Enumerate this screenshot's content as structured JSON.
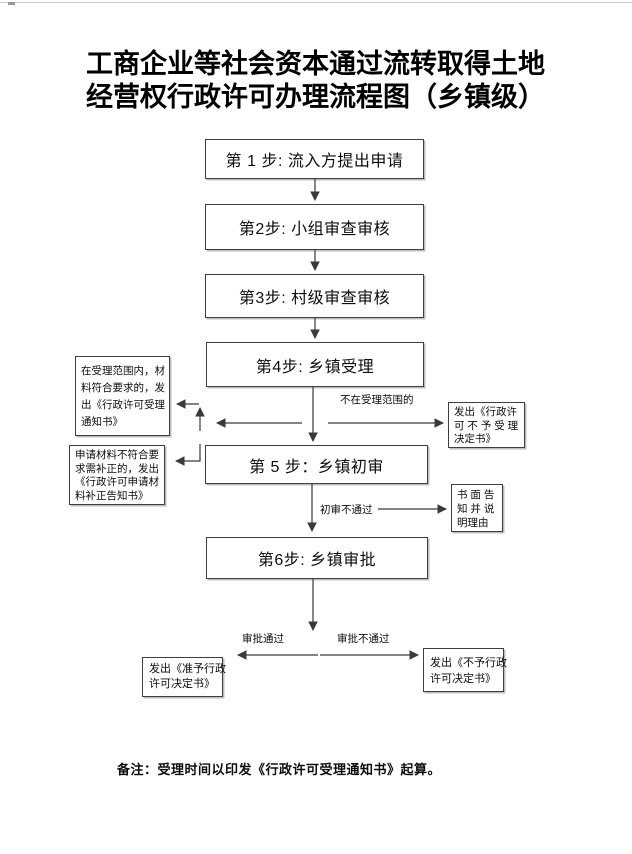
{
  "title": {
    "line1": "工商企业等社会资本通过流转取得土地",
    "line2": "经营权行政许可办理流程图（乡镇级）"
  },
  "steps": [
    "第 1 步: 流入方提出申请",
    "第2步: 小组审查审核",
    "第3步: 村级审查审核",
    "第4步: 乡镇受理",
    "第 5 步：乡镇初审",
    "第6步: 乡镇审批"
  ],
  "side_boxes": {
    "accept_notice": {
      "lines": [
        "在受理范围内，材",
        "料符合要求的，发",
        "出《行政许可受理",
        "通知书》"
      ]
    },
    "supplement_notice": {
      "lines": [
        "申请材料不符合要",
        "求需补正的，发出",
        "《行政许可申请材",
        "料补正告知书》"
      ]
    },
    "reject_acceptance": {
      "lines": [
        "发出《行政许",
        "可 不 予 受 理",
        "决定书》"
      ]
    },
    "written_reason": {
      "lines": [
        "书 面 告",
        "知 并 说",
        "明理由"
      ]
    },
    "approve_decision": {
      "lines": [
        "发出《准予行政",
        "许可决定书》"
      ]
    },
    "deny_decision": {
      "lines": [
        "发出《不予行政",
        "许可决定书》"
      ]
    }
  },
  "edge_labels": {
    "out_of_scope": "不在受理范围的",
    "initial_fail": "初审不通过",
    "approve_pass": "审批通过",
    "approve_fail": "审批不通过"
  },
  "note": {
    "text": "备注：受理时间以印发《行政许可受理通知书》起算。"
  },
  "colors": {
    "line": "#3a3a3a",
    "border": "#3f3f3f",
    "text": "#111111",
    "bg": "#ffffff"
  }
}
